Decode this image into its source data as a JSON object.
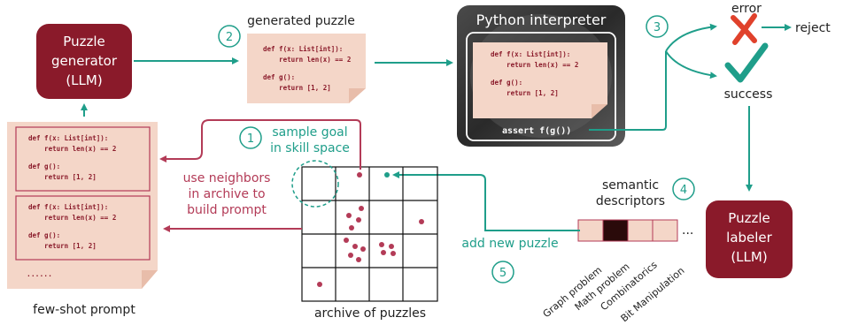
{
  "colors": {
    "teal": "#1f9e8a",
    "crimson": "#b33b57",
    "maroon": "#8a1a2a",
    "paper": "#f4d6c8",
    "paper_fold": "#e8bdaa",
    "cell_fill": "#f4d6c8",
    "cell_dark": "#2a0a0a",
    "dot": "#b33b57",
    "reject_red": "#e0412b"
  },
  "labels": {
    "generated_puzzle": "generated puzzle",
    "python_interpreter": "Python interpreter",
    "error": "error",
    "reject": "reject",
    "success": "success",
    "sample_goal_1": "sample goal",
    "sample_goal_2": "in skill space",
    "use_neighbors_1": "use neighbors",
    "use_neighbors_2": "in archive to",
    "use_neighbors_3": "build prompt",
    "semantic_descriptors_1": "semantic",
    "semantic_descriptors_2": "descriptors",
    "add_new_puzzle": "add new puzzle",
    "few_shot_prompt": "few-shot prompt",
    "archive_of_puzzles": "archive of puzzles",
    "descriptor_ellipsis": "...",
    "prompt_ellipsis": "......"
  },
  "puzzle_generator": {
    "line1": "Puzzle",
    "line2": "generator",
    "line3": "(LLM)"
  },
  "puzzle_labeler": {
    "line1": "Puzzle",
    "line2": "labeler",
    "line3": "(LLM)"
  },
  "step_numbers": {
    "s1": "1",
    "s2": "2",
    "s3": "3",
    "s4": "4",
    "s5": "5"
  },
  "code": {
    "l1": "def f(x: List[int]):",
    "l2": "    return len(x) == 2",
    "l3": "def g():",
    "l4": "    return [1, 2]"
  },
  "assert_text": "assert f(g())",
  "descriptors": [
    "Graph problem",
    "Math problem",
    "Combinatorics",
    "Bit Manipulation"
  ],
  "icons": {
    "error": "cross-mark-icon",
    "success": "check-mark-icon"
  }
}
